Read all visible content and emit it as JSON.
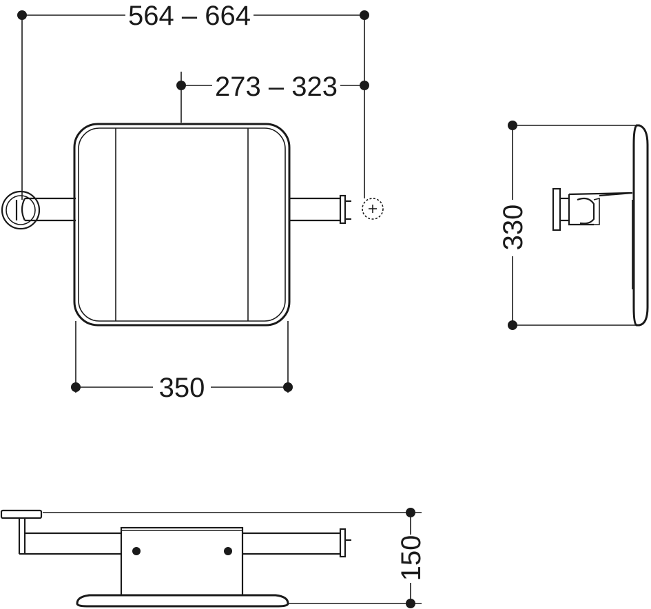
{
  "dimensions": {
    "overall_width": "564 – 664",
    "projection": "273 – 323",
    "seat_width": "350",
    "seat_depth": "330",
    "mount_height": "150"
  },
  "colors": {
    "line": "#1a1a1a",
    "background": "#ffffff"
  },
  "icons": {
    "fixing_point": "plus-circle-icon"
  }
}
